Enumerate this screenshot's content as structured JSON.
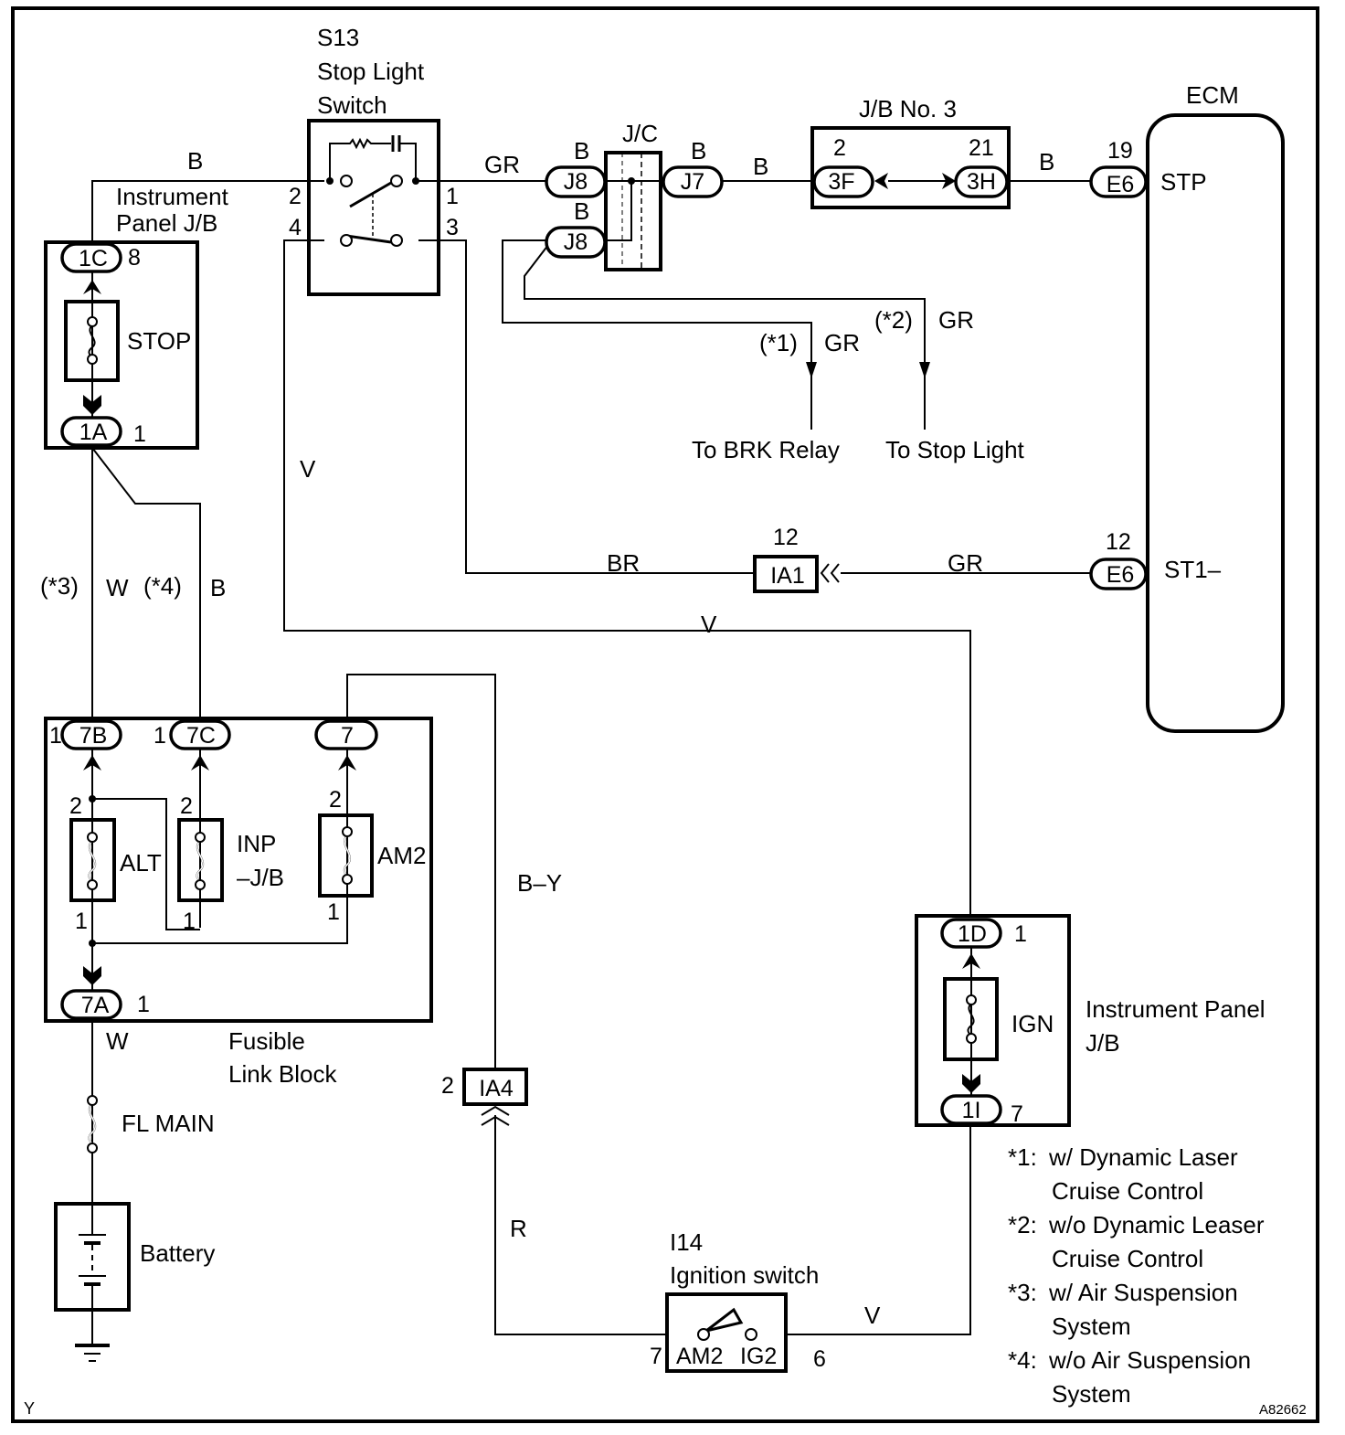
{
  "diagram": {
    "title_code": "A82662",
    "page_marker": "Y",
    "components": {
      "stop_light_switch": {
        "code": "S13",
        "name_line1": "Stop Light",
        "name_line2": "Switch",
        "pins": [
          "2",
          "4",
          "1",
          "3"
        ]
      },
      "jc": {
        "name": "J/C",
        "connectors": [
          "J8",
          "J8",
          "J7"
        ],
        "wire_labels": [
          "B",
          "B",
          "B"
        ]
      },
      "jb3": {
        "name": "J/B No. 3",
        "left_connector": "3F",
        "left_pin": "2",
        "right_connector": "3H",
        "right_pin": "21"
      },
      "ecm": {
        "name": "ECM",
        "stp_connector": "E6",
        "stp_pin": "19",
        "stp_terminal": "STP",
        "st1_connector": "E6",
        "st1_pin": "12",
        "st1_terminal": "ST1–"
      },
      "ip_jb_top": {
        "name_line1": "Instrument",
        "name_line2": "Panel J/B",
        "top_connector": "1C",
        "top_pin": "8",
        "fuse": "STOP",
        "bottom_connector": "1A",
        "bottom_pin": "1"
      },
      "ia1": {
        "name": "IA1",
        "pin": "12"
      },
      "fusible_link_block": {
        "name_line1": "Fusible",
        "name_line2": "Link Block",
        "connectors": [
          {
            "id": "7B",
            "pin": "1"
          },
          {
            "id": "7C",
            "pin": "1"
          },
          {
            "id": "7",
            "pin": ""
          },
          {
            "id": "7A",
            "pin": "1"
          }
        ],
        "fuses": [
          {
            "name": "ALT",
            "top_pin": "2",
            "bottom_pin": "1"
          },
          {
            "name_line1": "INP",
            "name_line2": "–J/B",
            "top_pin": "2",
            "bottom_pin": "1"
          },
          {
            "name": "AM2",
            "top_pin": "2",
            "bottom_pin": "1"
          }
        ]
      },
      "fl_main": {
        "name": "FL MAIN"
      },
      "battery": {
        "name": "Battery"
      },
      "ia4": {
        "name": "IA4",
        "pin": "2"
      },
      "ignition_switch": {
        "code": "I14",
        "name": "Ignition switch",
        "terminals": [
          "AM2",
          "IG2"
        ],
        "pins": [
          "7",
          "6"
        ]
      },
      "ip_jb_bottom": {
        "name_line1": "Instrument Panel",
        "name_line2": "J/B",
        "top_connector": "1D",
        "top_pin": "1",
        "fuse": "IGN",
        "bottom_connector": "1I",
        "bottom_pin": "7"
      }
    },
    "wires": {
      "b_top": "B",
      "gr_switch": "GR",
      "b_jc_jb3": "B",
      "b_jb3_ecm": "B",
      "gr_brk": "GR",
      "gr_stop": "GR",
      "v_switch": "V",
      "br_ia1": "BR",
      "gr_ecm_st1": "GR",
      "v_long": "V",
      "w_7b": "W",
      "b_7c": "B",
      "w_main": "W",
      "by": "B–Y",
      "r": "R",
      "v_ign": "V"
    },
    "variant_tags": {
      "t1": "(*1)",
      "t2": "(*2)",
      "t3": "(*3)",
      "t4": "(*4)"
    },
    "destinations": {
      "brk_relay": "To BRK Relay",
      "stop_light": "To Stop Light"
    },
    "notes": [
      {
        "key": "*1:",
        "line1": "w/ Dynamic Laser",
        "line2": "Cruise Control"
      },
      {
        "key": "*2:",
        "line1": "w/o Dynamic Leaser",
        "line2": "Cruise Control"
      },
      {
        "key": "*3:",
        "line1": "w/ Air Suspension",
        "line2": "System"
      },
      {
        "key": "*4:",
        "line1": "w/o Air Suspension",
        "line2": "System"
      }
    ]
  }
}
